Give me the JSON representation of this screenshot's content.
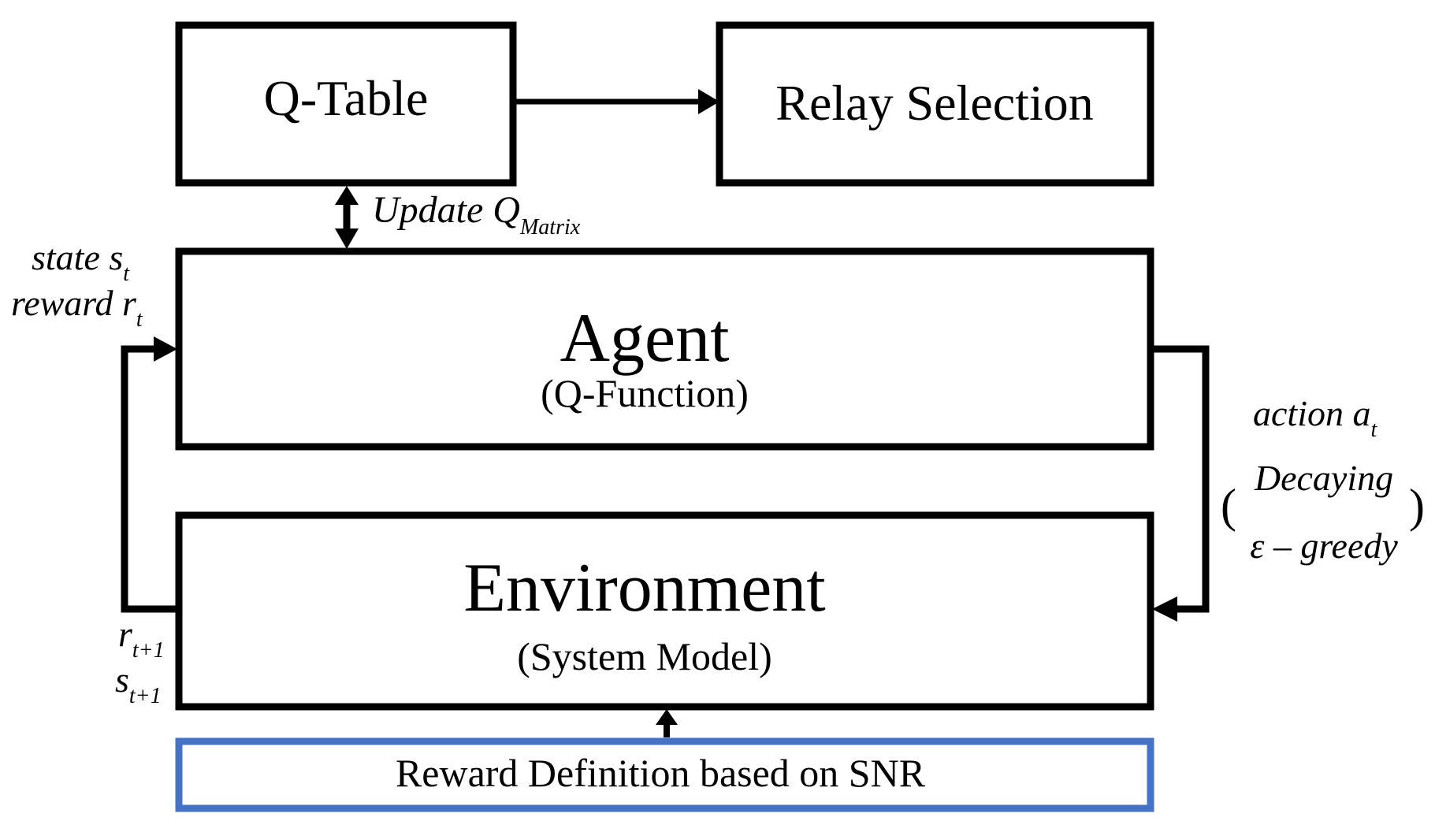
{
  "boxes": {
    "q_table": {
      "label": "Q-Table"
    },
    "relay_selection": {
      "label": "Relay Selection"
    },
    "agent": {
      "label": "Agent",
      "sublabel": "(Q-Function)"
    },
    "environment": {
      "label": "Environment",
      "sublabel": "(System Model)"
    },
    "reward_definition": {
      "label": "Reward Definition based on SNR"
    }
  },
  "labels": {
    "update": {
      "text": "Update Q",
      "subscript": "Matrix"
    },
    "state": {
      "text": "state s",
      "subscript": "t"
    },
    "reward": {
      "text": "reward r",
      "subscript": "t"
    },
    "action": {
      "text": "action a",
      "subscript": "t"
    },
    "decaying": "Decaying",
    "epsilon_greedy": "ε – greedy",
    "open_paren": "(",
    "close_paren": ")",
    "next_reward": {
      "text": "r",
      "subscript": "t+1"
    },
    "next_state": {
      "text": "s",
      "subscript": "t+1"
    }
  },
  "colors": {
    "stroke": "#000000",
    "reward_box_border": "#4472C4",
    "background": "#ffffff"
  }
}
